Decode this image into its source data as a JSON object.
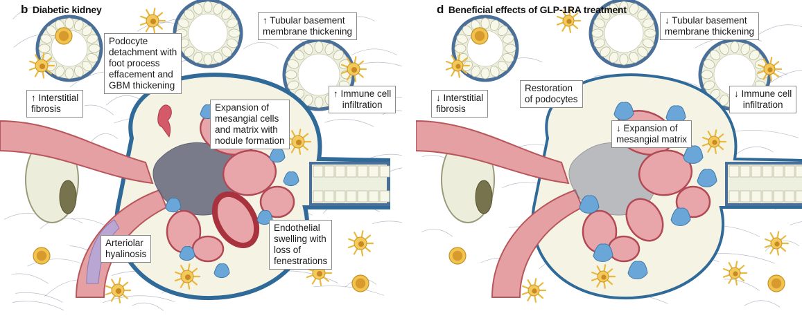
{
  "panels": [
    {
      "letter": "b",
      "title": "Diabetic kidney",
      "labels": {
        "podocyte": "Podocyte\ndetachment with\nfoot process\neffacement and\nGBM thickening",
        "tubular": "↑ Tubular basement\nmembrane thickening",
        "interstitial": "↑ Interstitial\nfibrosis",
        "immune": "↑ Immune cell\ninfiltration",
        "mesangial": "Expansion of\nmesangial cells\nand matrix with\nnodule formation",
        "endothelial": "Endothelial\nswelling with\nloss of\nfenestrations",
        "arteriolar": "Arteriolar\nhyalinosis"
      }
    },
    {
      "letter": "d",
      "title": "Beneficial effects of GLP-1RA treatment",
      "labels": {
        "tubular": "↓ Tubular basement\nmembrane thickening",
        "interstitial": "↓ Interstitial\nfibrosis",
        "restoration": "Restoration\nof podocytes",
        "mesangial": "↓ Expansion of\nmesangial matrix",
        "immune": "↓ Immune cell\ninfiltration"
      }
    }
  ],
  "colors": {
    "capsule": "#2f6a99",
    "capillary_fill": "#e8a6ab",
    "capillary_edge": "#b24a55",
    "podocyte": "#6aa7d8",
    "matrix": "#6c6f82",
    "cell_yellow": "#e9b93c",
    "tubule_edge": "#4a7099",
    "tubule_cell": "#eef0df",
    "arteriole": "#e4a0a2",
    "hyaline": "#b9a6d2"
  }
}
